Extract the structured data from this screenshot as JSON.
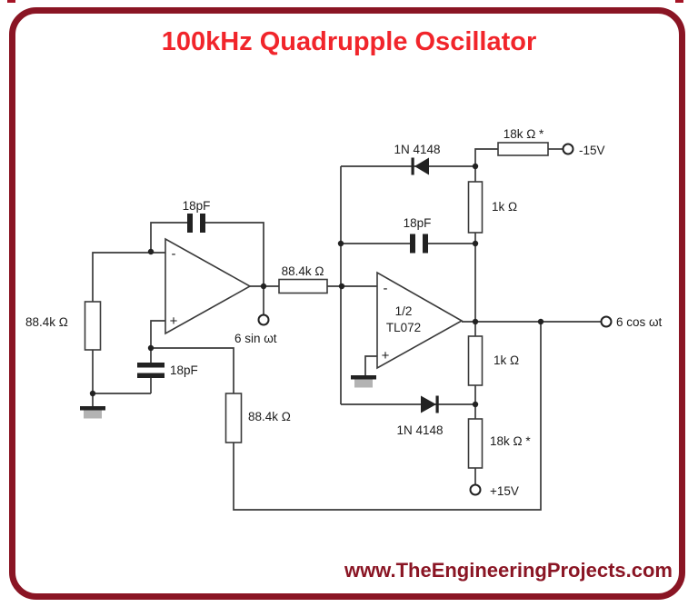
{
  "page": {
    "title": "100kHz Quadrupple Oscillator",
    "footer_url": "www.TheEngineeringProjects.com"
  },
  "colors": {
    "border_maroon": "#8a1524",
    "title_red": "#f1252b",
    "footer_maroon": "#8a1524",
    "line_dark": "#3a3a3a",
    "ground_gray": "#b3b3b3"
  },
  "circuit": {
    "opamp1": {
      "minus": "-",
      "plus": "+"
    },
    "opamp2": {
      "minus": "-",
      "plus": "+",
      "line1": "1/2",
      "line2": "TL072"
    },
    "resistors": {
      "r_input_left": "88.4k Ω",
      "r_feedback_bottom": "88.4k Ω",
      "r_series": "88.4k Ω",
      "r_18k_top": "18k Ω *",
      "r_1k_top": "1k Ω",
      "r_1k_bottom": "1k Ω",
      "r_18k_bottom": "18k Ω *"
    },
    "capacitors": {
      "c_op1_feedback": "18pF",
      "c_op1_ground": "18pF",
      "c_op2_feedback": "18pF"
    },
    "diodes": {
      "d_top": "1N 4148",
      "d_bottom": "1N 4148"
    },
    "terminals": {
      "sin_output": "6 sin ωt",
      "cos_output": "6 cos ωt",
      "v_minus": "-15V",
      "v_plus": "+15V"
    }
  }
}
